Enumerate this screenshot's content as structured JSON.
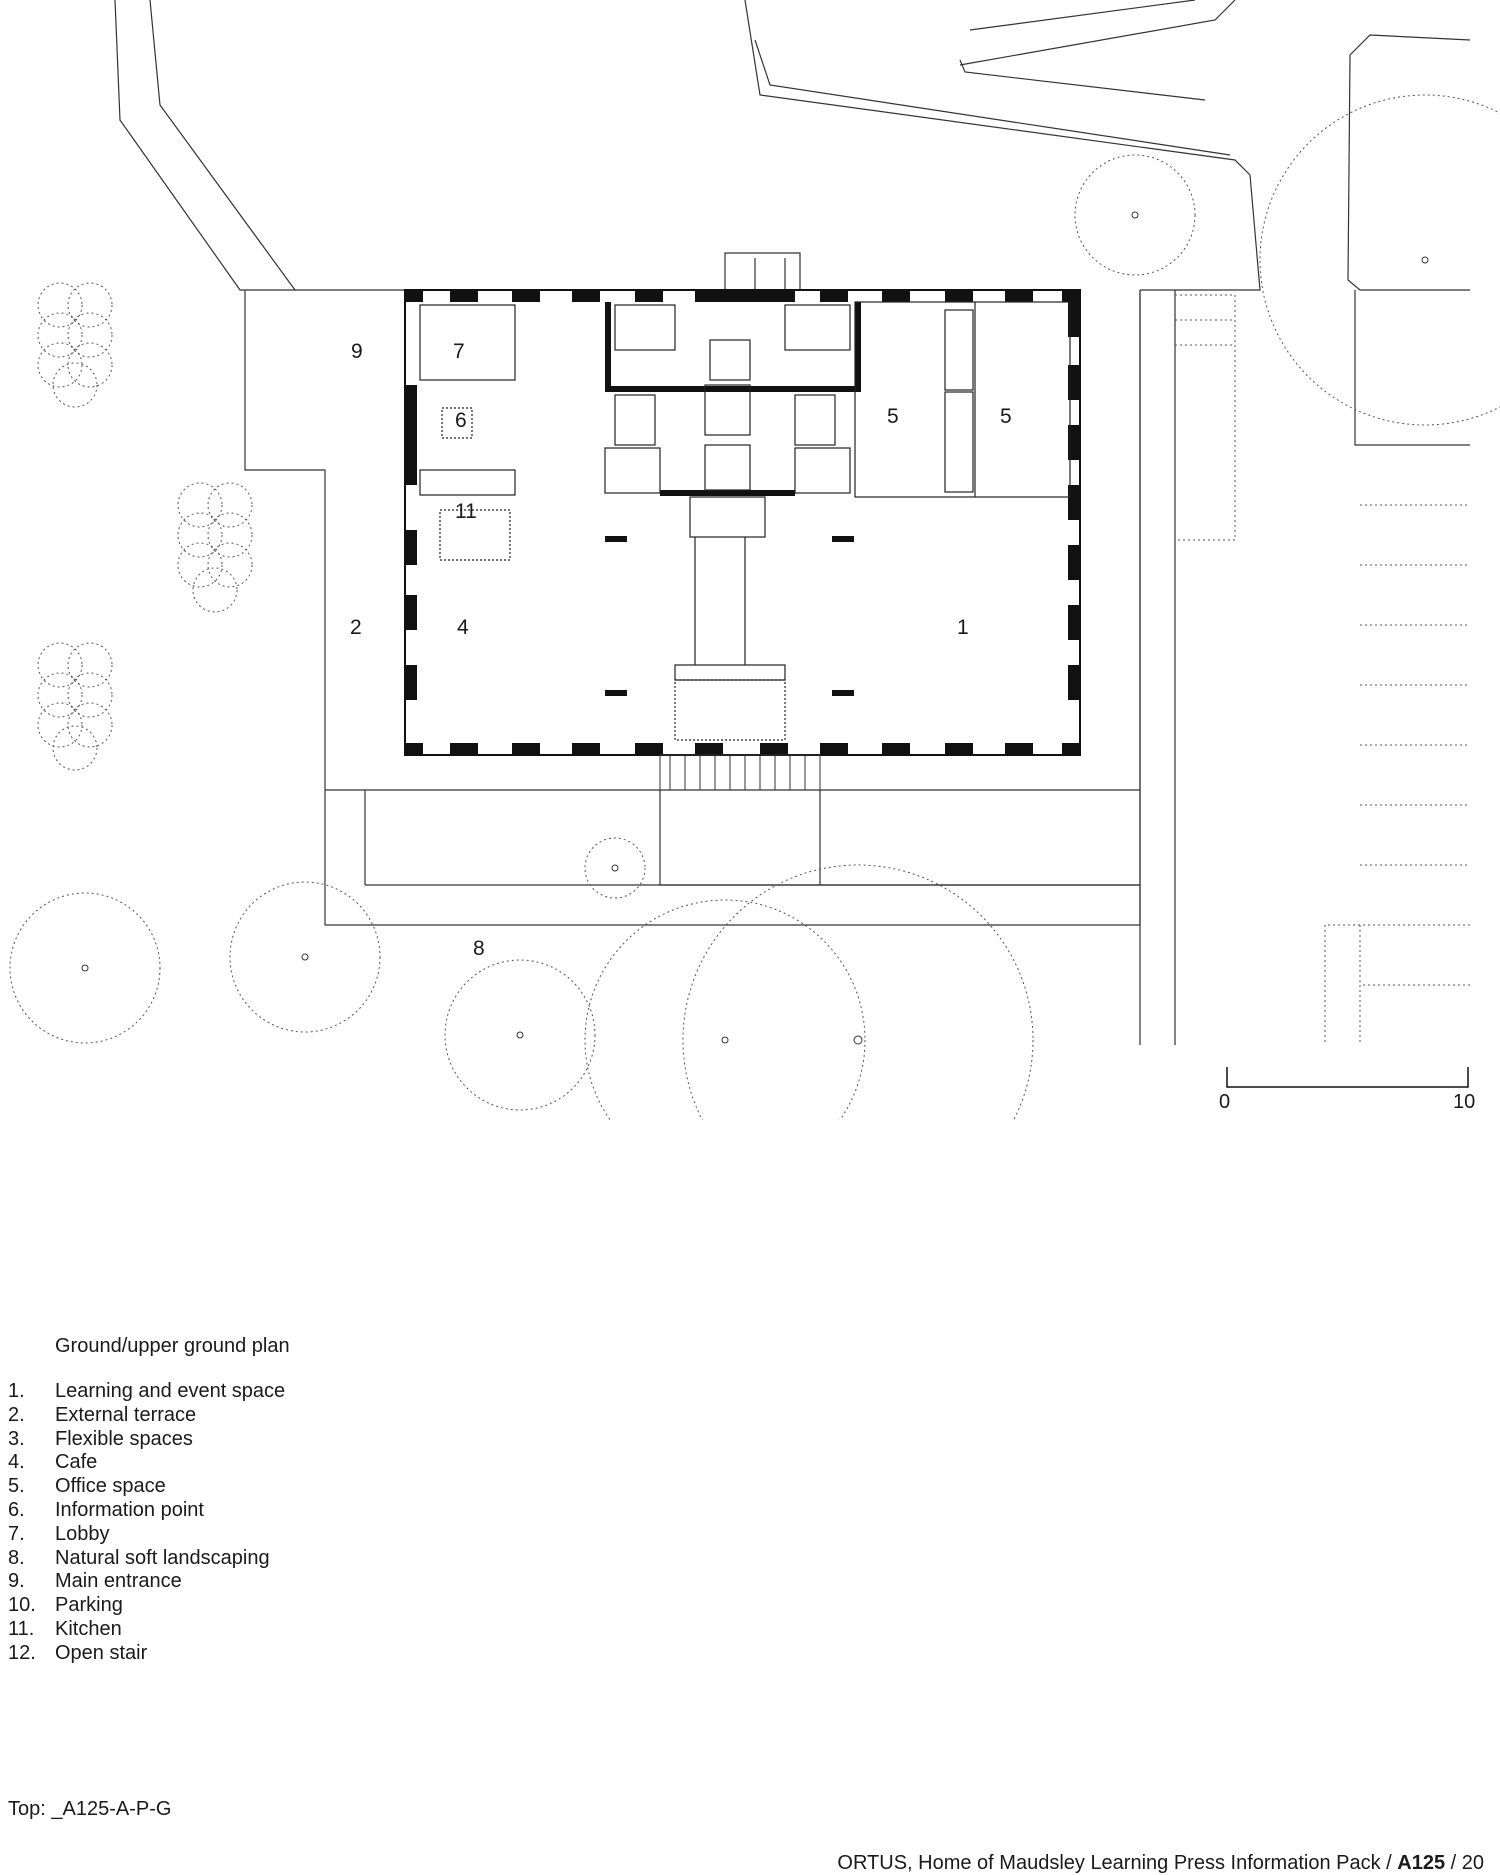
{
  "plan": {
    "room_labels": [
      "9",
      "7",
      "6",
      "5",
      "5",
      "11",
      "2",
      "4",
      "1",
      "8"
    ]
  },
  "scale_bar": {
    "start_label": "0",
    "end_label": "10"
  },
  "legend": {
    "title": "Ground/upper ground plan",
    "items": [
      {
        "num": "1.",
        "text": "Learning and event space"
      },
      {
        "num": "2.",
        "text": "External terrace"
      },
      {
        "num": "3.",
        "text": "Flexible spaces"
      },
      {
        "num": "4.",
        "text": "Cafe"
      },
      {
        "num": "5.",
        "text": "Office space"
      },
      {
        "num": "6.",
        "text": "Information point"
      },
      {
        "num": "7.",
        "text": "Lobby"
      },
      {
        "num": "8.",
        "text": "Natural soft landscaping"
      },
      {
        "num": "9.",
        "text": "Main entrance"
      },
      {
        "num": "10.",
        "text": "Parking"
      },
      {
        "num": "11.",
        "text": "Kitchen"
      },
      {
        "num": "12.",
        "text": "Open stair"
      }
    ]
  },
  "sheet_code": "Top: _A125-A-P-G",
  "footer": {
    "text": "ORTUS, Home of Maudsley Learning Press Information Pack / ",
    "bold": "A125",
    "page": " / 20"
  }
}
